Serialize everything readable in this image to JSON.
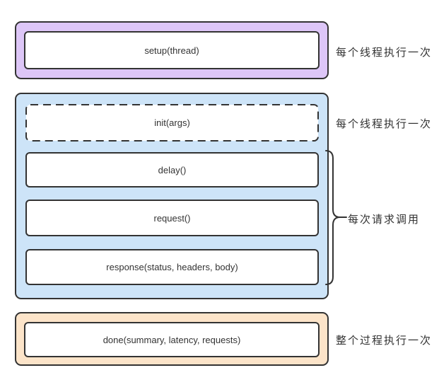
{
  "colors": {
    "setup_group_bg": "#ddc6f7",
    "thread_group_bg": "#cde4f8",
    "done_group_bg": "#fce4c9",
    "box_bg": "#ffffff",
    "border": "#333333",
    "text": "#333333"
  },
  "sections": {
    "setup": {
      "box_label": "setup(thread)",
      "side_label": "每个线程执行一次"
    },
    "thread": {
      "init_label": "init(args)",
      "init_side_label": "每个线程执行一次",
      "delay_label": "delay()",
      "request_label": "request()",
      "response_label": "response(status, headers, body)",
      "brace_label": "每次请求调用"
    },
    "done": {
      "box_label": "done(summary, latency, requests)",
      "side_label": "整个过程执行一次"
    }
  }
}
